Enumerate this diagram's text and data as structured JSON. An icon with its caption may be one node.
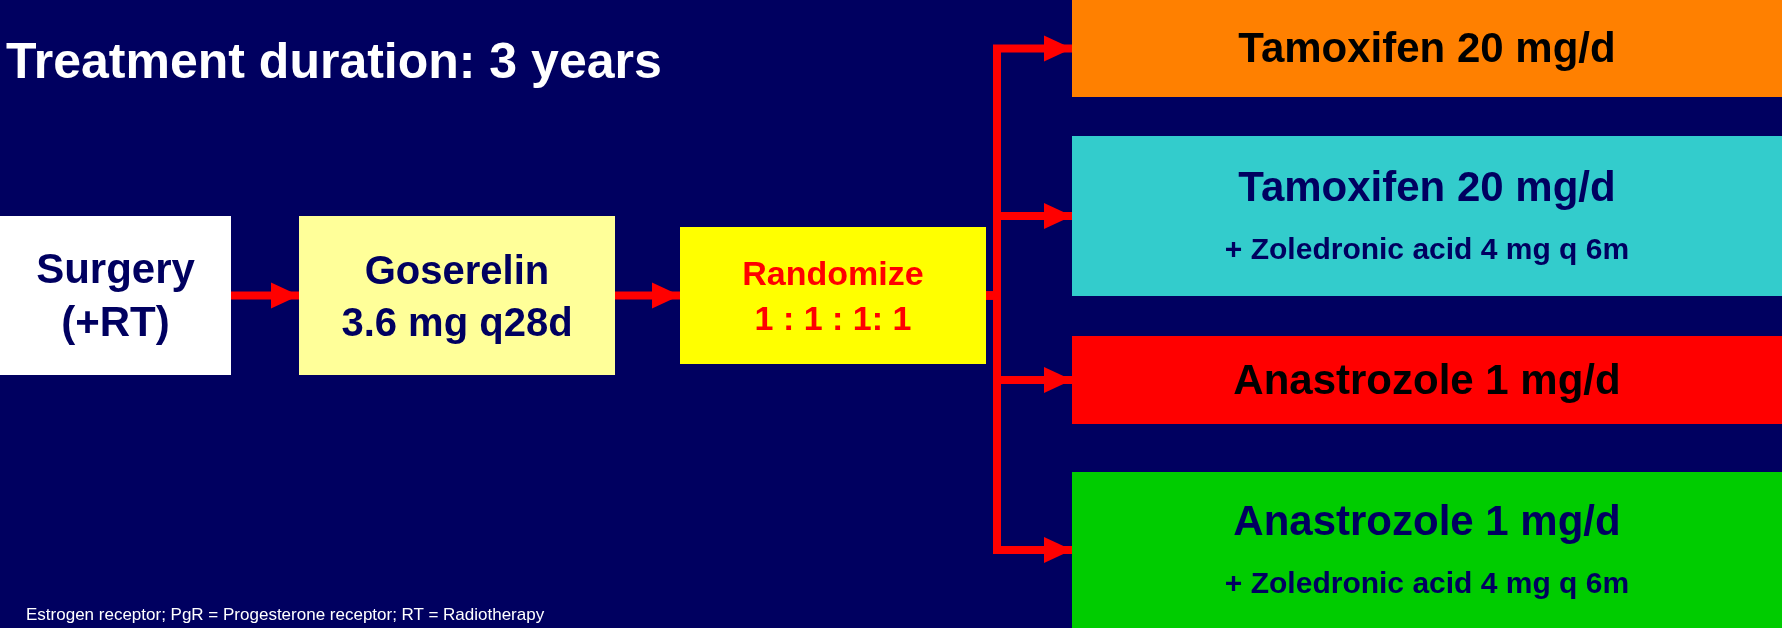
{
  "diagram": {
    "title": "Treatment duration: 3 years",
    "nodes": [
      {
        "text": [
          "Surgery (+RT)"
        ]
      },
      {
        "text": [
          "Goserelin 3.6 mg q28d"
        ]
      },
      {
        "text": [
          "Randomize 1 : 1 : 1: 1"
        ]
      },
      {
        "text": [
          "Tamoxifen 20 mg/d"
        ]
      },
      {
        "text": [
          "Tamoxifen 20 mg/d",
          "+ Zoledronic acid 4 mg q 6m"
        ]
      },
      {
        "text": [
          "Anastrozole 1 mg/d"
        ]
      },
      {
        "text": [
          "Anastrozole 1 mg/d",
          "+ Zoledronic acid 4 mg q 6m"
        ]
      }
    ],
    "edges": [
      {
        "from": 0,
        "to": 1,
        "arrow": "to"
      },
      {
        "from": 1,
        "to": 2,
        "arrow": "to"
      },
      {
        "from": 2,
        "to": 3,
        "arrow": "to"
      },
      {
        "from": 2,
        "to": 4,
        "arrow": "to"
      },
      {
        "from": 2,
        "to": 5,
        "arrow": "to"
      },
      {
        "from": 2,
        "to": 6,
        "arrow": "to"
      }
    ],
    "labels": [
      "Estrogen receptor; PgR = Progesterone receptor; RT = Radiotherapy"
    ]
  }
}
